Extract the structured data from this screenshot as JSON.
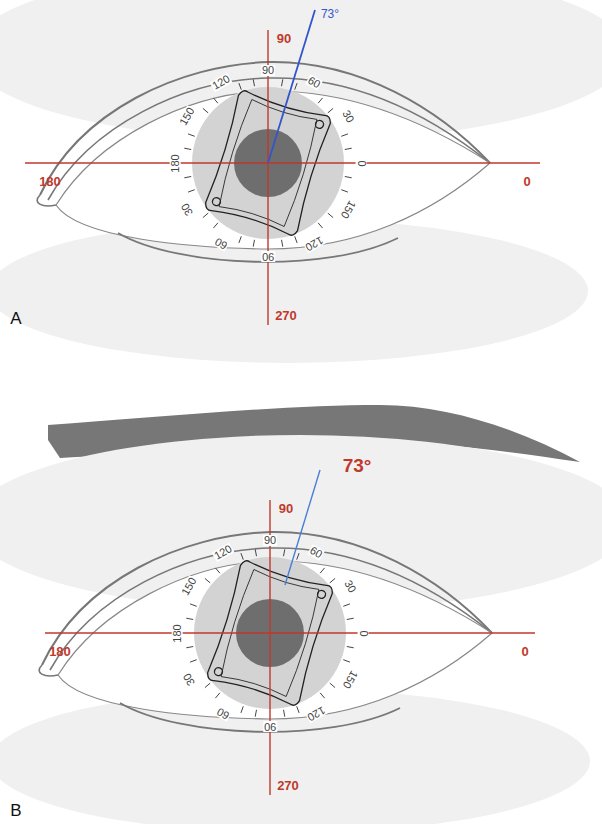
{
  "diagram": {
    "labels": [
      "90",
      "73°",
      "180",
      "150",
      "120",
      "90",
      "60",
      "30",
      "0",
      "30",
      "60",
      "90",
      "120",
      "150",
      "180",
      "0",
      "270",
      "A",
      "90",
      "73°",
      "180",
      "150",
      "120",
      "90",
      "60",
      "30",
      "0",
      "30",
      "60",
      "90",
      "120",
      "150",
      "180",
      "0",
      "270",
      "B"
    ]
  }
}
